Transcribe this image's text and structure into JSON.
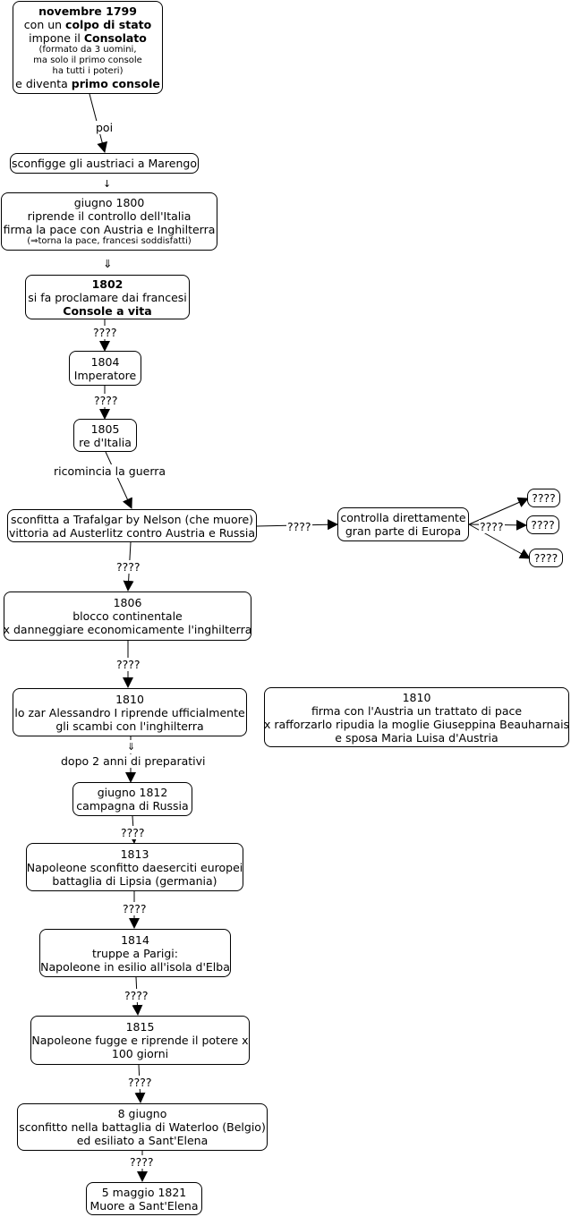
{
  "nodes": {
    "n1799": {
      "l1": "novembre 1799",
      "l2a": "con un ",
      "l2b": "colpo di stato",
      "l3a": "impone il ",
      "l3b": "Consolato",
      "l4": "(formato da 3 uomini,",
      "l5": "ma solo il primo console",
      "l6": "ha tutti i poteri)",
      "l7a": "e diventa ",
      "l7b": "primo console"
    },
    "marengo": {
      "l1": "sconfigge gli austriaci a Marengo"
    },
    "n1800": {
      "l1": "giugno 1800",
      "l2": "riprende il controllo dell'Italia",
      "l3": "firma la pace con Austria e Inghilterra",
      "l4": "(⇒torna la pace, francesi soddisfatti)"
    },
    "n1802": {
      "l1": "1802",
      "l2": "si fa proclamare dai francesi",
      "l3": "Console a vita"
    },
    "n1804": {
      "l1": "1804",
      "l2": "Imperatore"
    },
    "n1805": {
      "l1": "1805",
      "l2": "re d'Italia"
    },
    "trafalgar": {
      "l1": "sconfitta a Trafalgar by Nelson (che muore)",
      "l2": "vittoria ad Austerlitz contro Austria e Russia"
    },
    "europa": {
      "l1": "controlla direttamente",
      "l2": "gran parte di Europa"
    },
    "q1": {
      "l1": "????"
    },
    "q2": {
      "l1": "????"
    },
    "q3": {
      "l1": "????"
    },
    "n1806": {
      "l1": "1806",
      "l2": "blocco continentale",
      "l3": "x danneggiare economicamente l'inghilterra"
    },
    "n1810a": {
      "l1": "1810",
      "l2": "lo zar Alessandro I riprende ufficialmente",
      "l3": "gli scambi con l'inghilterra"
    },
    "n1810b": {
      "l1": "1810",
      "l2": "firma con l'Austria un trattato di pace",
      "l3": "x rafforzarlo ripudia la moglie Giuseppina Beauharnais",
      "l4": "e sposa Maria Luisa d'Austria"
    },
    "n1812": {
      "l1": "giugno 1812",
      "l2": "campagna di Russia"
    },
    "n1813": {
      "l1": "1813",
      "l2": "Napoleone sconfitto daeserciti europei",
      "l3": "battaglia di Lipsia (germania)"
    },
    "n1814": {
      "l1": "1814",
      "l2": "truppe a Parigi:",
      "l3": "Napoleone in esilio all'isola d'Elba"
    },
    "n1815": {
      "l1": "1815",
      "l2": "Napoleone fugge e riprende il potere x",
      "l3": "100 giorni"
    },
    "waterloo": {
      "l1": "8 giugno",
      "l2": "sconfitto nella battaglia di Waterloo (Belgio)",
      "l3": "ed esiliato a Sant'Elena"
    },
    "n1821": {
      "l1": "5 maggio 1821",
      "l2": "Muore a Sant'Elena"
    }
  },
  "edge_labels": {
    "poi": "poi",
    "arrow_small": "↓",
    "double_arrow": "⇓",
    "q_1802_1804": "????",
    "q_1804_1805": "????",
    "ricomincia": "ricomincia la guerra",
    "q_traf_europa": "????",
    "q_europa_out": "????",
    "q_traf_1806": "????",
    "q_1806_1810": "????",
    "double_arrow_small": "⇓",
    "preparativi": "dopo 2 anni di preparativi",
    "q_1812_1813": "????",
    "q_1813_1814": "????",
    "q_1814_1815": "????",
    "q_1815_waterloo": "????",
    "q_waterloo_1821": "????"
  }
}
